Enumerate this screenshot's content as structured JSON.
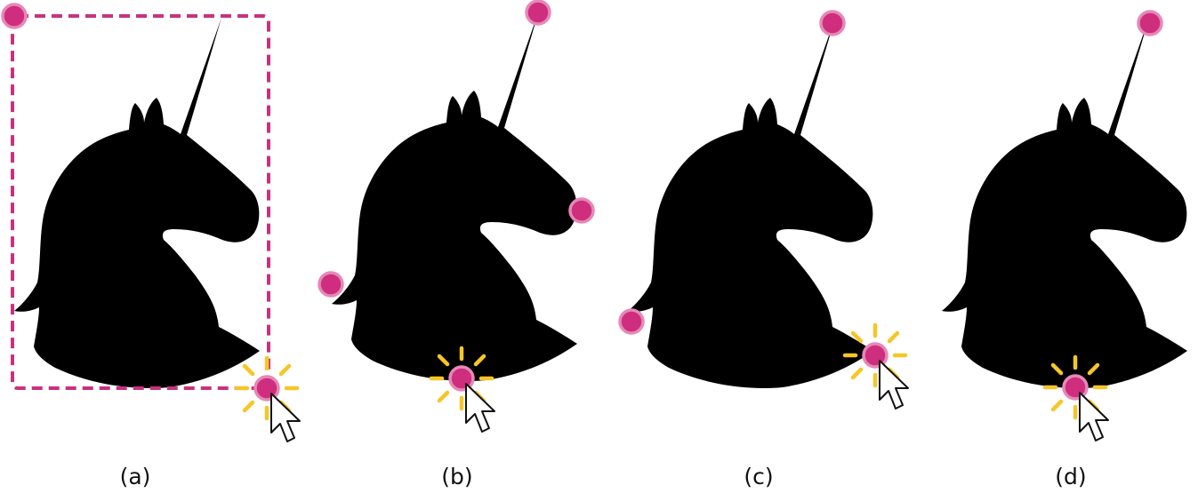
{
  "colors": {
    "silhouette": "#000000",
    "point_fill": "#cf2d7e",
    "point_ring": "#e589b6",
    "bbox_stroke": "#c9317f",
    "burst": "#f6c628",
    "cursor_fill": "#ffffff",
    "cursor_stroke": "#111111",
    "background": "#ffffff"
  },
  "icons": {
    "silhouette": "unicorn-head-silhouette",
    "point": "extreme-point-marker",
    "cursor": "mouse-pointer-icon",
    "burst": "click-burst-icon"
  },
  "panels": [
    {
      "id": "a",
      "label": "(a)"
    },
    {
      "id": "b",
      "label": "(b)"
    },
    {
      "id": "c",
      "label": "(c)"
    },
    {
      "id": "d",
      "label": "(d)"
    }
  ]
}
